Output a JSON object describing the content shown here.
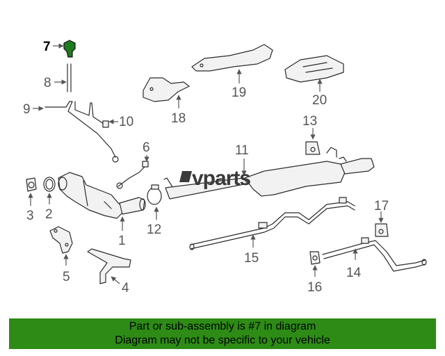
{
  "watermark": "vparts",
  "callouts": {
    "c1": "1",
    "c2": "2",
    "c3": "3",
    "c4": "4",
    "c5": "5",
    "c6": "6",
    "c7": "7",
    "c8": "8",
    "c9": "9",
    "c10": "10",
    "c11": "11",
    "c12": "12",
    "c13": "13",
    "c14": "14",
    "c15": "15",
    "c16": "16",
    "c17": "17",
    "c18": "18",
    "c19": "19",
    "c20": "20"
  },
  "highlighted_part": "7",
  "colors": {
    "banner": "#2d8b16",
    "highlight": "#1f7a1f"
  },
  "banner": {
    "line1": "Part or sub-assembly is #7 in diagram",
    "line2": "Diagram may not be specific to your vehicle"
  }
}
